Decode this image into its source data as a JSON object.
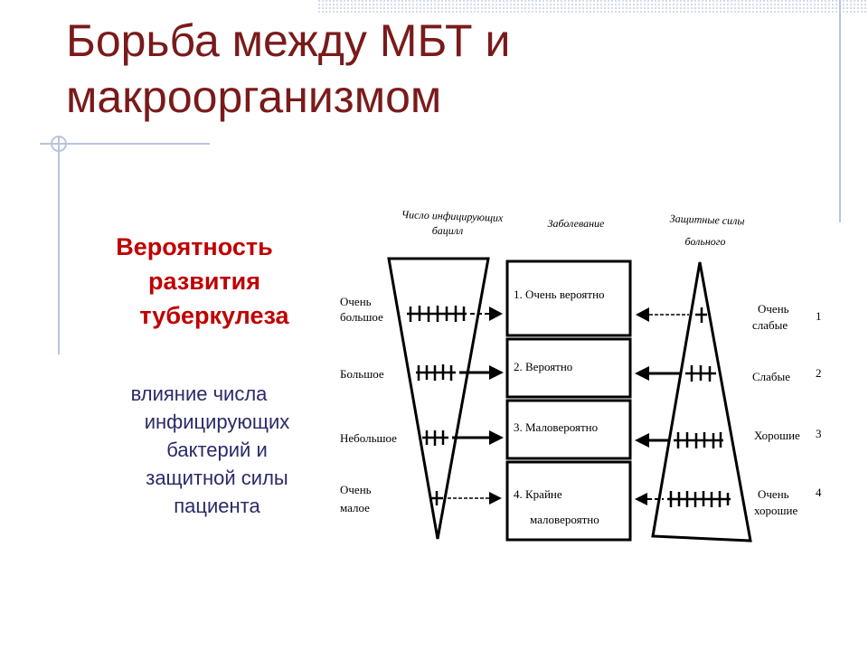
{
  "slide": {
    "title": "Борьба между МБТ и макроорганизмом",
    "subtitle_lines": [
      "Вероятность",
      "развития",
      "туберкулеза"
    ],
    "note_lines": [
      "влияние числа",
      "инфицирующих",
      "бактерий и",
      "защитной силы",
      "пациента"
    ]
  },
  "diagram": {
    "col_left_header": [
      "Число инфицирующих",
      "бацилл"
    ],
    "col_center_header": "Заболевание",
    "col_right_header": [
      "Защитные силы",
      "больного"
    ],
    "left_labels": [
      [
        "Очень",
        "большое"
      ],
      [
        "Большое"
      ],
      [
        "Небольшое"
      ],
      [
        "Очень",
        "малое"
      ]
    ],
    "boxes": [
      [
        "1. Очень вероятно"
      ],
      [
        "2. Вероятно"
      ],
      [
        "3. Маловероятно"
      ],
      [
        "4. Крайне",
        "маловероятно"
      ]
    ],
    "right_labels": [
      [
        "Очень",
        "слабые"
      ],
      [
        "Слабые"
      ],
      [
        "Хорошие"
      ],
      [
        "Очень",
        "хорошие"
      ]
    ],
    "row_numbers": [
      "1",
      "2",
      "3",
      "4"
    ]
  },
  "colors": {
    "title": "#7a1a1a",
    "subtitle": "#c00000",
    "note": "#2a2a6a",
    "deco_line": "#b9c4dc",
    "deco_pattern": "#d4dbeb"
  }
}
